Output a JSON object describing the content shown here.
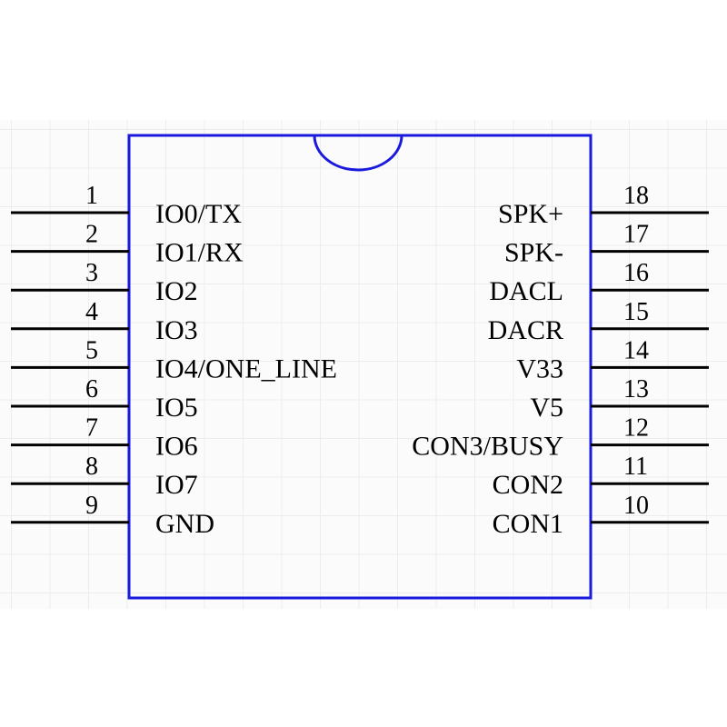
{
  "component": {
    "body_color": "#1a1adf",
    "pin_color": "#000000",
    "left_pins": [
      {
        "number": "1",
        "name": "IO0/TX"
      },
      {
        "number": "2",
        "name": "IO1/RX"
      },
      {
        "number": "3",
        "name": "IO2"
      },
      {
        "number": "4",
        "name": "IO3"
      },
      {
        "number": "5",
        "name": "IO4/ONE_LINE"
      },
      {
        "number": "6",
        "name": "IO5"
      },
      {
        "number": "7",
        "name": "IO6"
      },
      {
        "number": "8",
        "name": "IO7"
      },
      {
        "number": "9",
        "name": "GND"
      }
    ],
    "right_pins": [
      {
        "number": "18",
        "name": "SPK+"
      },
      {
        "number": "17",
        "name": "SPK-"
      },
      {
        "number": "16",
        "name": "DACL"
      },
      {
        "number": "15",
        "name": "DACR"
      },
      {
        "number": "14",
        "name": "V33"
      },
      {
        "number": "13",
        "name": "V5"
      },
      {
        "number": "12",
        "name": "CON3/BUSY"
      },
      {
        "number": "11",
        "name": "CON2"
      },
      {
        "number": "10",
        "name": "CON1"
      }
    ]
  }
}
